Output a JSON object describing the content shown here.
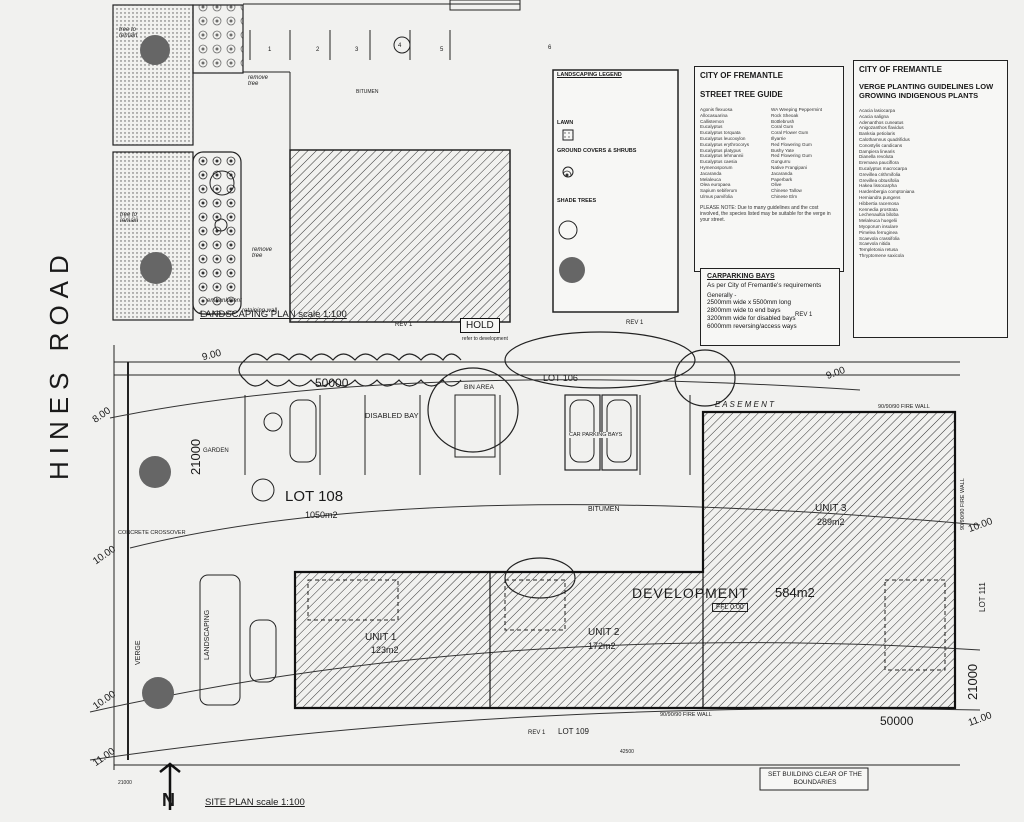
{
  "titles": {
    "landscaping_plan": "LANDSCAPING PLAN scale 1:100",
    "site_plan": "SITE PLAN scale 1:100"
  },
  "road": {
    "name": "HINES ROAD",
    "verge": "VERGE",
    "landscaping": "LANDSCAPING"
  },
  "landscape_labels": {
    "bitumen_top": "BITUMEN",
    "remove_tree_1": "remove tree",
    "remove_tree_2": "remove tree",
    "tree_to_remain_1": "tree to remain",
    "tree_to_remain_2": "tree to remain",
    "embankment": "embankment",
    "retaining_wall": "retaining wall",
    "bay_numbers": [
      "1",
      "2",
      "3",
      "4",
      "5",
      "6"
    ]
  },
  "hold": {
    "label": "HOLD",
    "note": "refer to development"
  },
  "legend": {
    "title": "LANDSCAPING LEGEND",
    "lawn": "LAWN",
    "ground_covers": "GROUND COVERS & SHRUBS",
    "shade_trees": "SHADE TREES"
  },
  "street_tree": {
    "council": "CITY OF FREMANTLE",
    "title": "STREET TREE GUIDE",
    "col1": [
      "Agonis flexuosa",
      "Allocasuarina",
      "Callistemon",
      "Eucalyptus",
      "Eucalyptus torquata",
      "Eucalyptus leucoxylon",
      "Eucalyptus erythrocorys",
      "Eucalyptus platypus",
      "Eucalyptus lehmannii",
      "Eucalyptus caesia",
      "Hymenosporum",
      "Jacaranda",
      "Melaleuca",
      "Olea europaea",
      "Sapium sebiferum",
      "Ulmus parvifolia"
    ],
    "col2": [
      "WA Weeping Peppermint",
      "Rock Sheoak",
      "Bottlebrush",
      "Coral Gum",
      "Coral Flower Gum",
      "Illyarrie",
      "Red Flowering Gum",
      "Bushy Yate",
      "Red Flowering Gum",
      "Gungurru",
      "Native Frangipani",
      "Jacaranda",
      "Paperbark",
      "Olive",
      "Chinese Tallow",
      "Chinese Elm"
    ],
    "note": "PLEASE NOTE: Due to many guidelines and the cost involved, the species listed may be suitable for the verge in your street."
  },
  "verge": {
    "council": "CITY OF FREMANTLE",
    "title": "VERGE PLANTING GUIDELINES LOW GROWING INDIGENOUS PLANTS",
    "items": [
      "Acacia lasiocarpa",
      "Acacia saligna",
      "Adenanthos cuneatus",
      "Anigozanthos flavidus",
      "Banksia petiolaris",
      "Calothamnus quadrifidus",
      "Conostylis candicans",
      "Dampiera linearis",
      "Dianella revoluta",
      "Eremaea pauciflora",
      "Eucalyptus macrocarpa",
      "Grevillea crithmifolia",
      "Grevillea obtusifolia",
      "Hakea lissocarpha",
      "Hardenbergia comptoniana",
      "Hemiandra pungens",
      "Hibbertia racemosa",
      "Kennedia prostrata",
      "Lechenaultia biloba",
      "Melaleuca huegelii",
      "Myoporum insulare",
      "Pimelea ferruginea",
      "Scaevola crassifolia",
      "Scaevola nitida",
      "Templetonia retusa",
      "Thryptomene saxicola"
    ]
  },
  "carpark": {
    "title": "CARPARKING BAYS",
    "subtitle": "As per City of Fremantle's requirements",
    "generally": "Generally -",
    "lines": [
      "2500mm wide x 5500mm long",
      "2800mm wide to end bays",
      "3200mm wide for disabled bays",
      "6000mm reversing/access ways"
    ]
  },
  "lots": {
    "lot108": "LOT 108",
    "lot108_area": "1050m2",
    "lot106": "LOT 106",
    "lot109": "LOT 109",
    "lot111": "LOT 111"
  },
  "units": {
    "unit1": "UNIT 1",
    "unit1_area": "123m2",
    "unit2": "UNIT 2",
    "unit2_area": "172m2",
    "unit3": "UNIT 3",
    "unit3_area": "289m2",
    "development": "DEVELOPMENT",
    "development_area": "584m2",
    "ffl": "FFL 0.00"
  },
  "site_labels": {
    "bin_area": "BIN AREA",
    "disabled_bay": "DISABLED BAY",
    "car_parking_bays": "CAR PARKING BAYS",
    "bitumen": "BITUMEN",
    "garden": "GARDEN",
    "easement": "E A S E M E N T",
    "fire_wall_top": "90/90/90 FIRE WALL",
    "fire_wall_bottom": "90/90/90 FIRE WALL",
    "fire_wall_right": "90/90/90 FIRE WALL",
    "concrete_crossover": "CONCRETE CROSSOVER",
    "set_building": "SET BUILDING CLEAR OF THE BOUNDARIES",
    "north": "N"
  },
  "dims": {
    "front": "21000",
    "front_lower": "21000",
    "right": "21000",
    "length_top": "50000",
    "length_bottom": "50000",
    "bottom_setback": "42500"
  },
  "levels": [
    "8.00",
    "9.00",
    "9.00",
    "10.00",
    "10.00",
    "11.00",
    "11.00",
    "10.00"
  ],
  "revisions": [
    "REV 1",
    "REV 1",
    "REV 1",
    "REV 1"
  ]
}
